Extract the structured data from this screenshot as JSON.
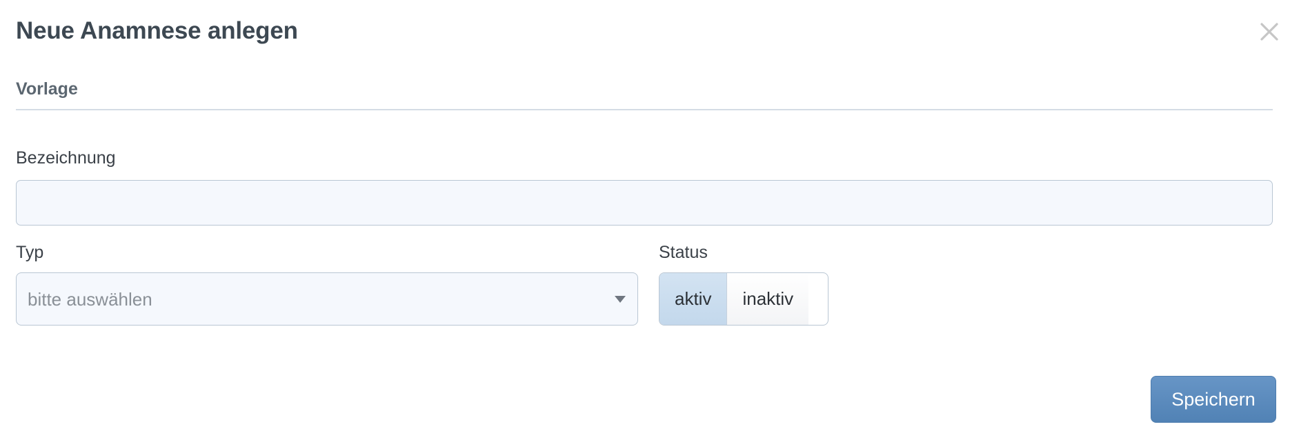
{
  "dialog": {
    "title": "Neue Anamnese anlegen",
    "close_icon": "close-icon",
    "accent_color": "#5182b5",
    "border_color": "#b9c6d3",
    "field_bg_color": "#f5f8fd"
  },
  "section": {
    "heading": "Vorlage"
  },
  "fields": {
    "bezeichnung": {
      "label": "Bezeichnung",
      "value": "",
      "placeholder": ""
    },
    "typ": {
      "label": "Typ",
      "selected": "bitte auswählen",
      "caret_icon": "chevron-down-icon"
    },
    "status": {
      "label": "Status",
      "options": [
        {
          "label": "aktiv",
          "selected": true
        },
        {
          "label": "inaktiv",
          "selected": false
        }
      ]
    }
  },
  "footer": {
    "save_label": "Speichern"
  }
}
